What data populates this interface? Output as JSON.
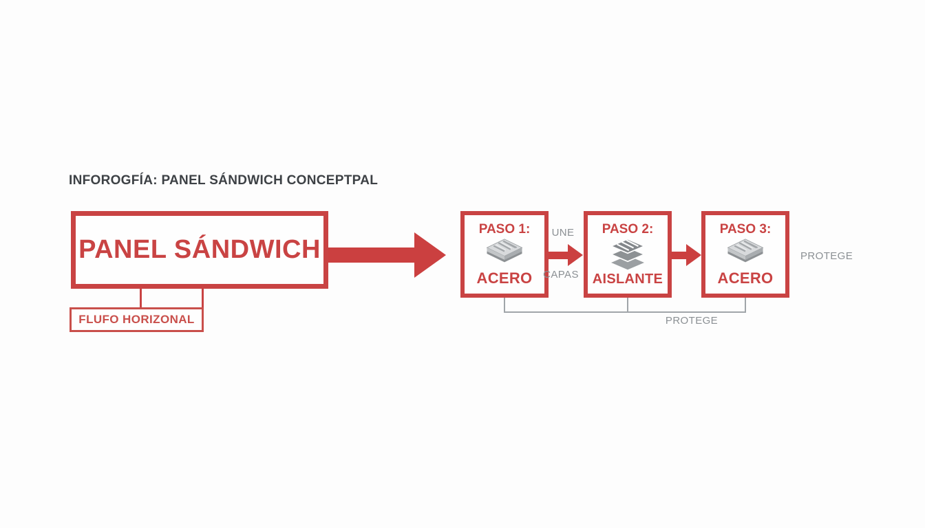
{
  "title": "INFOROGFÍA: PANEL SÁNDWICH CONCEPTPAL",
  "main_box": {
    "label": "PANEL SÁNDWICH"
  },
  "sub_box": {
    "label": "FLUFO HORIZONAL"
  },
  "steps": [
    {
      "title": "PASO 1:",
      "label": "ACERO",
      "icon": "steel-panel-icon"
    },
    {
      "title": "PASO 2:",
      "label": "AISLANTE",
      "icon": "insulation-layers-icon"
    },
    {
      "title": "PASO 3:",
      "label": "ACERO",
      "icon": "steel-panel-icon"
    }
  ],
  "connector_labels": {
    "above_arrow_1": "UNE",
    "below_arrow_1": "CAPAS",
    "right_of_step_3": "PROTEGE",
    "bottom": "PROTEGE"
  },
  "colors": {
    "accent_red": "#c94343",
    "gray_label": "#8b9094",
    "dark_title": "#3d4145",
    "connector_gray": "#a0a5a9"
  }
}
